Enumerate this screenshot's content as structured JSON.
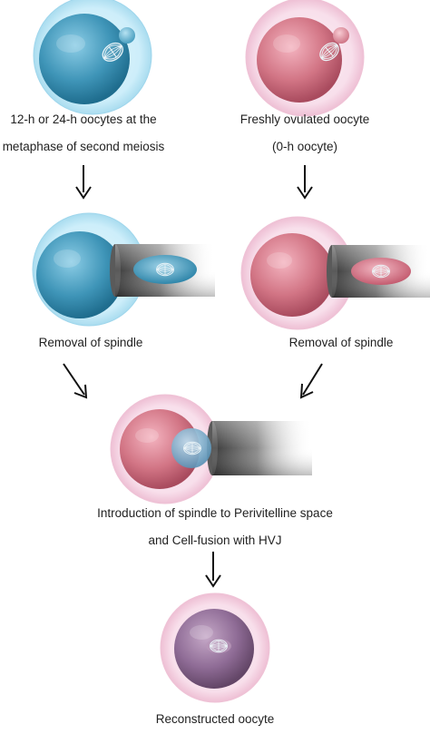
{
  "labels": {
    "aged_line1": "12-h or 24-h oocytes at the",
    "aged_line2": "metaphase of second meiosis",
    "fresh_line1": "Freshly ovulated oocyte",
    "fresh_line2": "(0-h oocyte)",
    "removal_left": "Removal of spindle",
    "removal_right": "Removal of spindle",
    "introduction_line1": "Introduction of spindle to Perivitelline space",
    "introduction_line2": "and Cell-fusion with HVJ",
    "reconstructed": "Reconstructed oocyte"
  },
  "colors": {
    "blue_zona": "#bfe6f5",
    "blue_cell": "#3e93b6",
    "pink_zona": "#f6d8e7",
    "pink_cell": "#d0707f",
    "purple_cell": "#8e6b95",
    "arrow": "#111111"
  }
}
